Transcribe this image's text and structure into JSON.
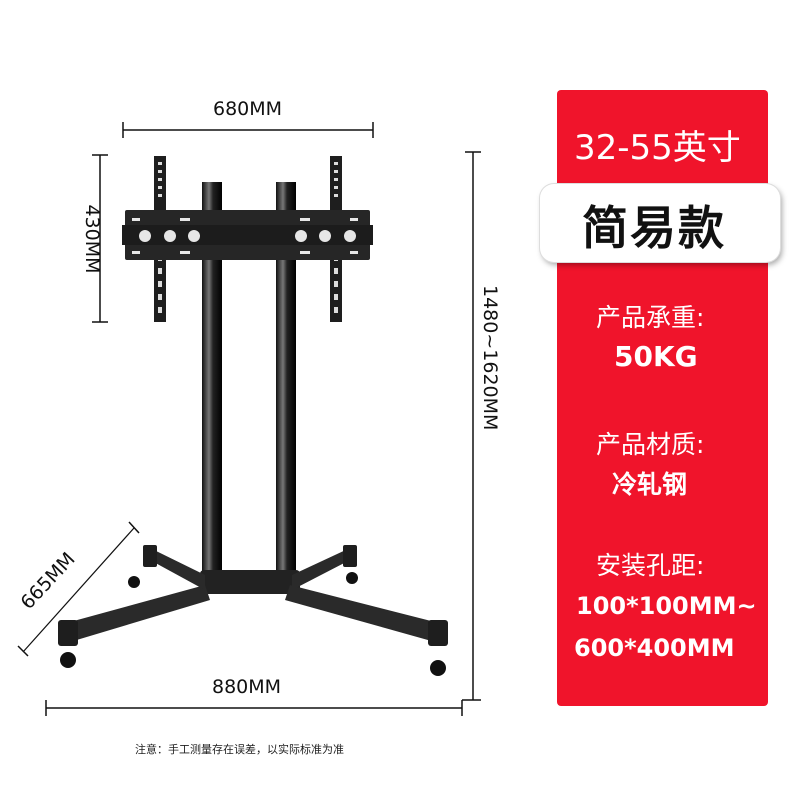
{
  "dimensions": {
    "width_top": "680MM",
    "mount_height": "430MM",
    "total_height": "1480~1620MM",
    "base_depth": "665MM",
    "base_width": "880MM"
  },
  "spec_panel": {
    "size_range": "32-55英寸",
    "model_type": "简易款",
    "load_label": "产品承重:",
    "load_value": "50KG",
    "material_label": "产品材质:",
    "material_value": "冷轧钢",
    "vesa_label": "安装孔距:",
    "vesa_value_min": "100*100MM~",
    "vesa_value_max": "600*400MM",
    "panel_color": "#f0142b"
  },
  "footnote": "注意：手工测量存在误差，以实际标准为准"
}
